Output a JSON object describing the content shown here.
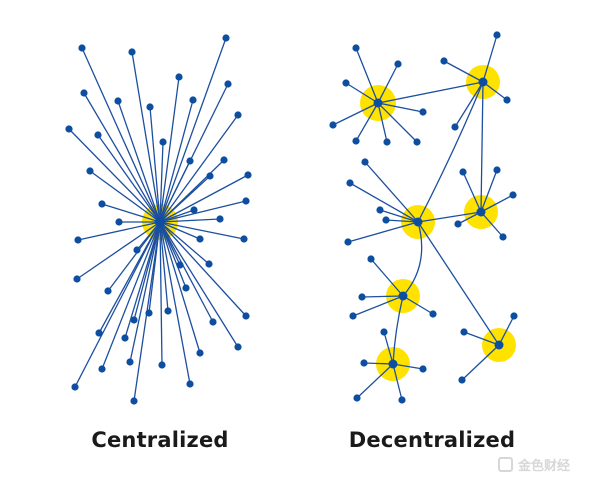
{
  "labels": {
    "centralized": "Centralized",
    "decentralized": "Decentralized"
  },
  "watermark": "金色财经",
  "colors": {
    "edge": "#1d4f9f",
    "node": "#0d4ea1",
    "hub_glow": "#ffe200"
  }
}
